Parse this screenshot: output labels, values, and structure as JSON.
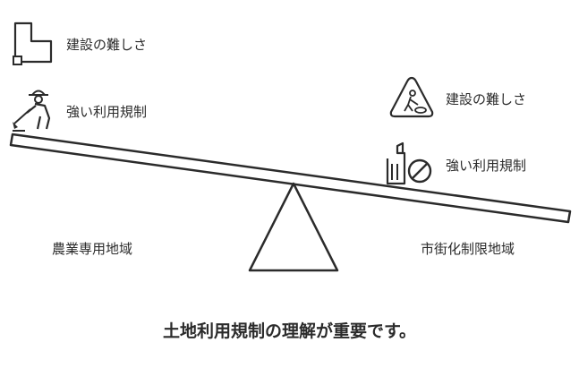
{
  "left_side": {
    "item_1": {
      "label": "建設の難しさ",
      "icon": "building-outline-icon"
    },
    "item_2": {
      "label": "強い利用規制",
      "icon": "worker-digging-icon"
    },
    "zone_label": "農業専用地域"
  },
  "right_side": {
    "item_1": {
      "label": "建設の難しさ",
      "icon": "construction-warning-sign-icon"
    },
    "item_2": {
      "label": "強い利用規制",
      "icon": "prohibited-building-icon"
    },
    "zone_label": "市街化制限地域"
  },
  "caption": "土地利用規制の理解が重要です。",
  "colors": {
    "stroke": "#2b2b2b",
    "background": "#ffffff",
    "text": "#2b2b2b"
  }
}
